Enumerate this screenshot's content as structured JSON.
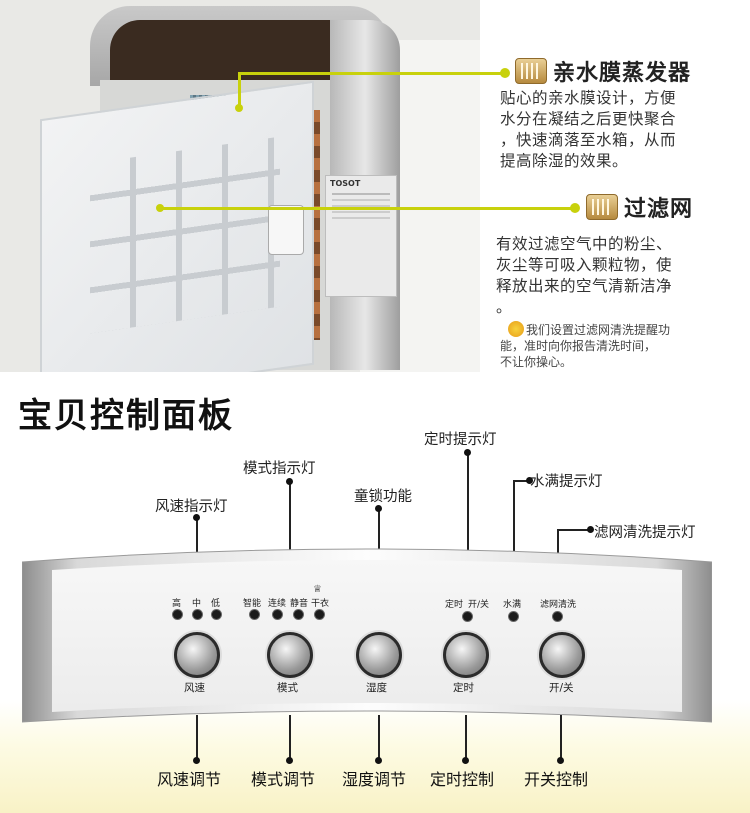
{
  "features": [
    {
      "title": "亲水膜蒸发器",
      "desc_lines": [
        "贴心的亲水膜设计，方便",
        "水分在凝结之后更快聚合",
        "，快速滴落至水箱，从而",
        "提高除湿的效果。"
      ],
      "icon": "evaporator-icon"
    },
    {
      "title": "过滤网",
      "desc_lines": [
        "有效过滤空气中的粉尘、",
        "灰尘等可吸入颗粒物，使",
        "释放出来的空气清新洁净",
        "。"
      ],
      "icon": "filter-icon"
    }
  ],
  "tip": {
    "icon": "sun-icon",
    "lines": [
      "我们设置过滤网清洗提醒功",
      "能，准时向你报告清洗时间，",
      "不让你操心。"
    ]
  },
  "photo_label": "TOSOT",
  "section_title": "宝贝控制面板",
  "callouts_top": {
    "wind_indicator": "风速指示灯",
    "mode_indicator": "模式指示灯",
    "child_lock": "童锁功能",
    "timer_indicator": "定时提示灯",
    "water_full": "水满提示灯",
    "filter_clean": "滤网清洗提示灯"
  },
  "leds": {
    "wind": [
      "高",
      "中",
      "低"
    ],
    "mode": [
      "智能",
      "连续",
      "静音",
      "干衣"
    ],
    "timer": "定时",
    "power": "开/关",
    "water": "水满",
    "filter": "滤网清洗"
  },
  "knobs": [
    "风速",
    "模式",
    "湿度",
    "定时",
    "开/关"
  ],
  "callouts_bottom": [
    "风速调节",
    "模式调节",
    "湿度调节",
    "定时控制",
    "开关控制"
  ],
  "colors": {
    "accent": "#c8d10c",
    "text": "#222222"
  }
}
